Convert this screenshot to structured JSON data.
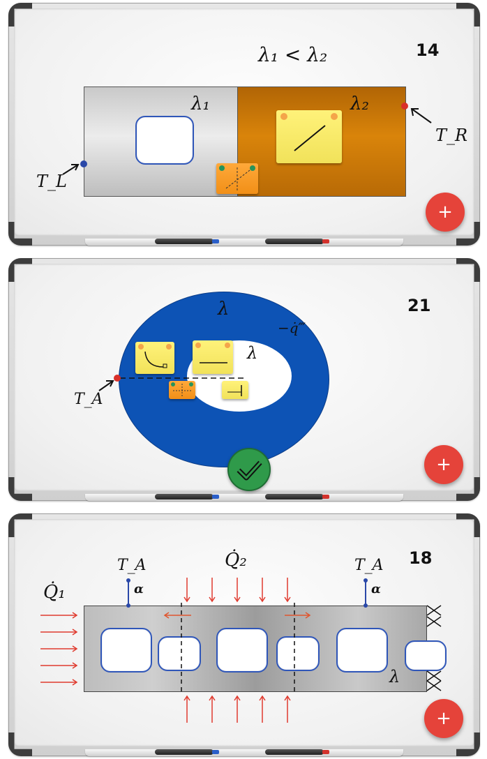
{
  "boards": [
    {
      "number": "14",
      "formula": "λ₁ < λ₂",
      "lambda1_label": "λ₁",
      "lambda2_label": "λ₂",
      "tl_label": "T_L",
      "tr_label": "T_R",
      "fab_label": "+"
    },
    {
      "number": "21",
      "lambda_outer_label": "λ",
      "lambda_inner_label": "λ",
      "q_label": "−q̇‴",
      "ta_label": "T_A",
      "fab_label": "+"
    },
    {
      "number": "18",
      "q1_label": "Q̇₁",
      "q2_label": "Q̇₂",
      "ta_left_label": "T_A",
      "ta_right_label": "T_A",
      "alpha_left_label": "α",
      "alpha_right_label": "α",
      "lambda_label": "λ",
      "fab_label": "+"
    }
  ],
  "colors": {
    "fab": "#e5433a",
    "blue_material": "#0d53b5",
    "orange_material": "#d9840a",
    "check": "#2f9a4a"
  }
}
